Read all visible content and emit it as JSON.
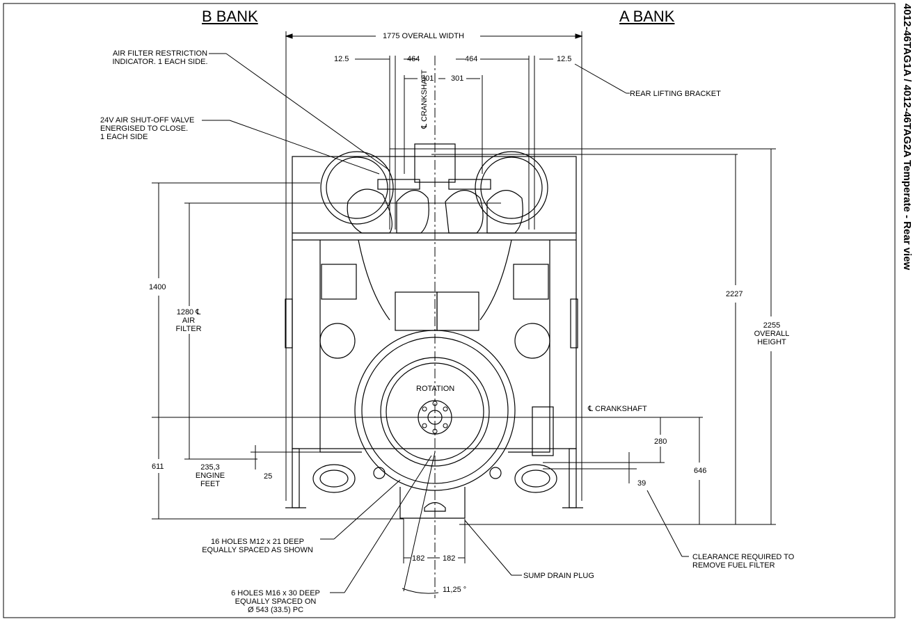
{
  "title": "4012-46TAG1A / 4012-46TAG2A Temperate - Rear view",
  "banks": {
    "left": "B BANK",
    "right": "A BANK"
  },
  "labels": {
    "overall_width": "1775 OVERALL WIDTH",
    "d12_5_left": "12.5",
    "d12_5_right": "12.5",
    "d464_left": "464",
    "d464_right": "464",
    "d301_left": "301",
    "d301_right": "301",
    "crankshaft_vertical": "℄ CRANKSHAFT",
    "rear_lifting_bracket": "REAR LIFTING BRACKET",
    "air_filter_restriction": [
      "AIR FILTER RESTRICTION",
      "INDICATOR. 1 EACH SIDE."
    ],
    "air_shutoff": [
      "24V AIR SHUT-OFF VALVE",
      "ENERGISED TO CLOSE.",
      "1 EACH SIDE"
    ],
    "d1400": "1400",
    "d1280": [
      "1280 ℄",
      "AIR",
      "FILTER"
    ],
    "d2227": "2227",
    "d2255": [
      "2255",
      "OVERALL",
      "HEIGHT"
    ],
    "rotation": "ROTATION",
    "crankshaft_horizontal": "℄  CRANKSHAFT",
    "d280": "280",
    "d646": "646",
    "d39": "39",
    "d611": "611",
    "engine_feet": [
      "235,3",
      "ENGINE",
      "FEET"
    ],
    "d25": "25",
    "holes16": [
      "16 HOLES M12 x 21 DEEP",
      "EQUALLY SPACED AS SHOWN"
    ],
    "holes6": [
      "6 HOLES M16 x 30 DEEP",
      "EQUALLY SPACED ON",
      "Ø 543 (33.5) PC"
    ],
    "d182_left": "182",
    "d182_right": "182",
    "angle": "11,25 °",
    "sump_drain": "SUMP DRAIN PLUG",
    "clearance": [
      "CLEARANCE REQUIRED TO",
      "REMOVE FUEL FILTER"
    ]
  }
}
